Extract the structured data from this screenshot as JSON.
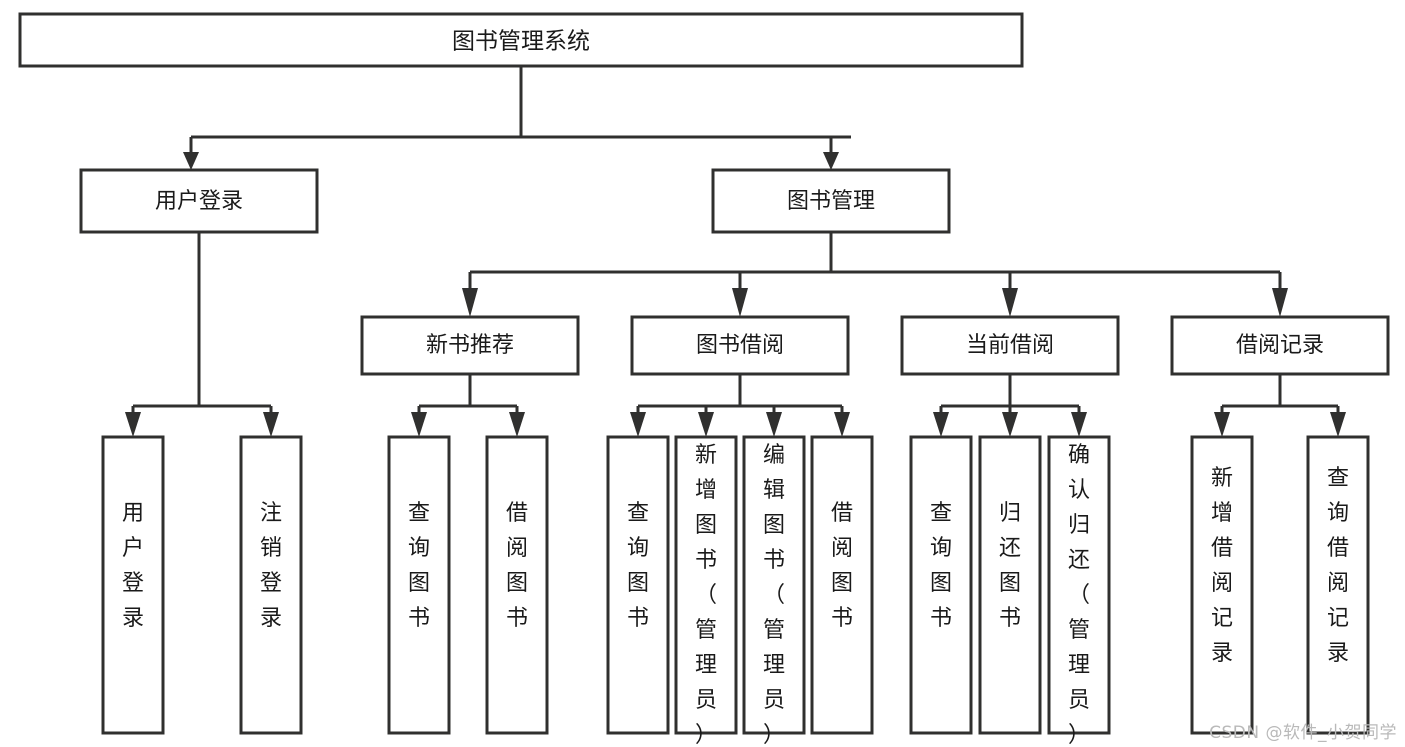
{
  "diagram": {
    "type": "tree-hierarchy",
    "orientation": "top-down",
    "root": {
      "id": "root",
      "label": "图书管理系统"
    },
    "level2": [
      {
        "id": "user-login",
        "label": "用户登录"
      },
      {
        "id": "book-manage",
        "label": "图书管理"
      }
    ],
    "level3": [
      {
        "id": "new-book-recommend",
        "label": "新书推荐",
        "parent": "book-manage"
      },
      {
        "id": "book-borrow",
        "label": "图书借阅",
        "parent": "book-manage"
      },
      {
        "id": "current-borrow",
        "label": "当前借阅",
        "parent": "book-manage"
      },
      {
        "id": "borrow-record",
        "label": "借阅记录",
        "parent": "book-manage"
      }
    ],
    "leaves": [
      {
        "id": "leaf-user-login",
        "label": "用户登录",
        "parent": "user-login"
      },
      {
        "id": "leaf-logout-login",
        "label": "注销登录",
        "parent": "user-login"
      },
      {
        "id": "leaf-query-book-1",
        "label": "查询图书",
        "parent": "new-book-recommend"
      },
      {
        "id": "leaf-borrow-book-1",
        "label": "借阅图书",
        "parent": "new-book-recommend"
      },
      {
        "id": "leaf-query-book-2",
        "label": "查询图书",
        "parent": "book-borrow"
      },
      {
        "id": "leaf-add-book",
        "label": "新增图书（管理员）",
        "parent": "book-borrow"
      },
      {
        "id": "leaf-edit-book",
        "label": "编辑图书（管理员）",
        "parent": "book-borrow"
      },
      {
        "id": "leaf-borrow-book-2",
        "label": "借阅图书",
        "parent": "book-borrow"
      },
      {
        "id": "leaf-query-book-3",
        "label": "查询图书",
        "parent": "current-borrow"
      },
      {
        "id": "leaf-return-book",
        "label": "归还图书",
        "parent": "current-borrow"
      },
      {
        "id": "leaf-confirm-return",
        "label": "确认归还（管理员）",
        "parent": "current-borrow"
      },
      {
        "id": "leaf-add-borrow-record",
        "label": "新增借阅记录",
        "parent": "borrow-record"
      },
      {
        "id": "leaf-query-borrow-record",
        "label": "查询借阅记录",
        "parent": "borrow-record"
      }
    ],
    "colors": {
      "box_stroke": "#30302f",
      "box_fill": "#ffffff",
      "text": "#1a1a1a",
      "edge": "#30302f",
      "watermark": "#b9b9b9",
      "background": "#ffffff"
    }
  },
  "watermark": {
    "text": "CSDN @软件_小贺同学"
  }
}
